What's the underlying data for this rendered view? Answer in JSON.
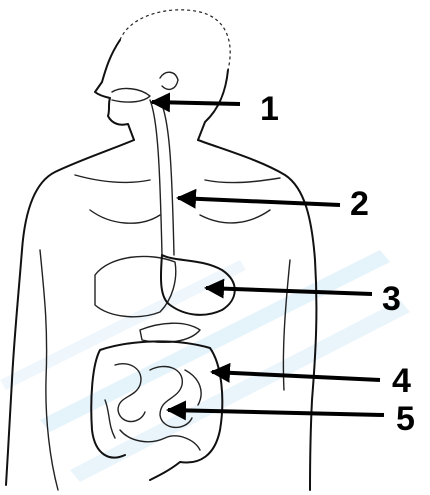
{
  "labels": [
    {
      "id": "label-1",
      "text": "1"
    },
    {
      "id": "label-2",
      "text": "2"
    },
    {
      "id": "label-3",
      "text": "3"
    },
    {
      "id": "label-4",
      "text": "4"
    },
    {
      "id": "label-5",
      "text": "5"
    }
  ],
  "colors": {
    "ink": "#111111",
    "watermark": "#d6ecf7",
    "background": "#ffffff"
  }
}
